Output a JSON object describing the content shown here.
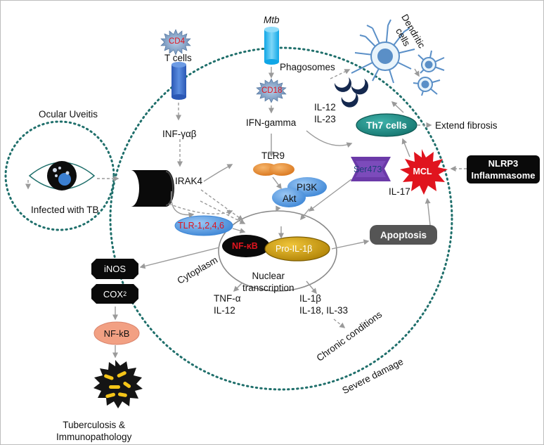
{
  "labels": {
    "ocular_uveitis": "Ocular Uveitis",
    "infected_tb": "Infected with TB",
    "cd4": "CD4",
    "t_cells": "T cells",
    "mtb": "Mtb",
    "phagosomes": "Phagosomes",
    "cd18": "CD18",
    "dendritic_cells": "Dendritic\ncells",
    "il12_il23": "IL-12\nIL-23",
    "th7_cells": "Th7 cells",
    "extend_fibrosis": "Extend fibrosis",
    "inf_gab": "INF-γαβ",
    "ifn_gamma": "IFN-gamma",
    "tlr9": "TLR9",
    "ser473": "Ser473",
    "mcl": "MCL",
    "nlrp3": "NLRP3\nInflammasome",
    "irak4": "IRAK4",
    "pi3k": "PI3K",
    "akt": "Akt",
    "il17": "IL-17",
    "tlr_1246": "TLR-1,2,4,6",
    "nfkb_red": "NF-κB",
    "pro_il1b": "Pro-IL-1β",
    "apoptosis": "Apoptosis",
    "inos": "iNOS",
    "cox2": "COX",
    "cox2_sub": "2",
    "cytoplasm": "Cytoplasm",
    "nuclear_transcription": "Nuclear\ntranscription",
    "tnf_il12": "TNF-α\nIL-12",
    "il1b_il18_il33": "IL-1β\nIL-18, IL-33",
    "nfkb_bottom": "NF-kB",
    "chronic_conditions": "Chronic conditions",
    "severe_damage": "Severe damage",
    "tuberculosis": "Tuberculosis &\nImmunopathology"
  },
  "colors": {
    "dotted_circle": "#1f6f6b",
    "cylinder_blue": "#3f6fc9",
    "cylinder_cyan": "#1fb3ee",
    "spiky_star": "#6b8fb8",
    "tlr9_orange": "#e8892e",
    "pi3k_blue": "#5a9fe0",
    "th7_teal": "#1d8c86",
    "mcl_red": "#e0141e",
    "ser473_purple": "#6b3aa8",
    "pro_il1b_gold": "#c99a09",
    "nfkb_salmon": "#f2a083",
    "apoptosis_gray": "#555555",
    "black_node": "#0a0a0a",
    "arrow_gray": "#9a9a9a"
  }
}
